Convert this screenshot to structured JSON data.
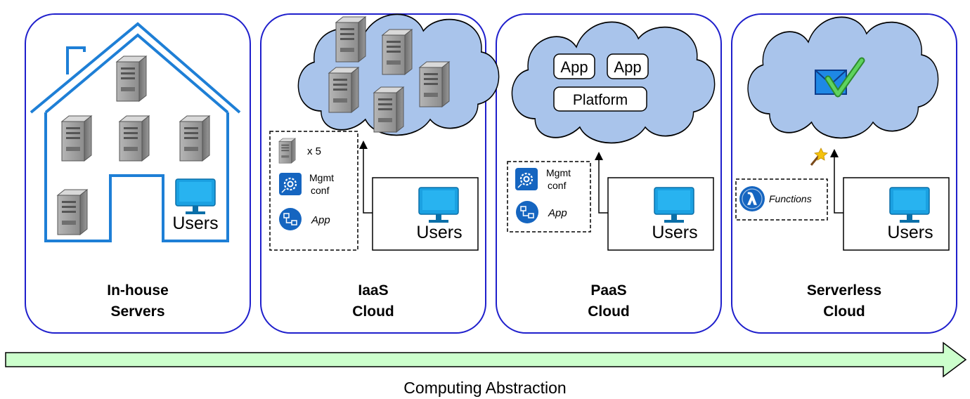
{
  "panels": [
    {
      "title_line1": "In-house",
      "title_line2": "Servers",
      "users_label": "Users"
    },
    {
      "title_line1": "IaaS",
      "title_line2": "Cloud",
      "users_label": "Users",
      "server_count": "x 5",
      "mgmt_label_1": "Mgmt",
      "mgmt_label_2": "conf",
      "app_label": "App"
    },
    {
      "title_line1": "PaaS",
      "title_line2": "Cloud",
      "users_label": "Users",
      "app_box_1": "App",
      "app_box_2": "App",
      "platform_box": "Platform",
      "mgmt_label_1": "Mgmt",
      "mgmt_label_2": "conf",
      "app_label": "App"
    },
    {
      "title_line1": "Serverless",
      "title_line2": "Cloud",
      "users_label": "Users",
      "functions_label": "Functions"
    }
  ],
  "axis_label": "Computing Abstraction",
  "colors": {
    "panel_border": "#1f1fcc",
    "house": "#1e7fd6",
    "cloud_fill": "#a9c4eb",
    "monitor": "#1ba1e2",
    "arrow_fill": "#ccffcc",
    "server_gray": "#8a8a8a",
    "icon_blue": "#1565c0"
  }
}
